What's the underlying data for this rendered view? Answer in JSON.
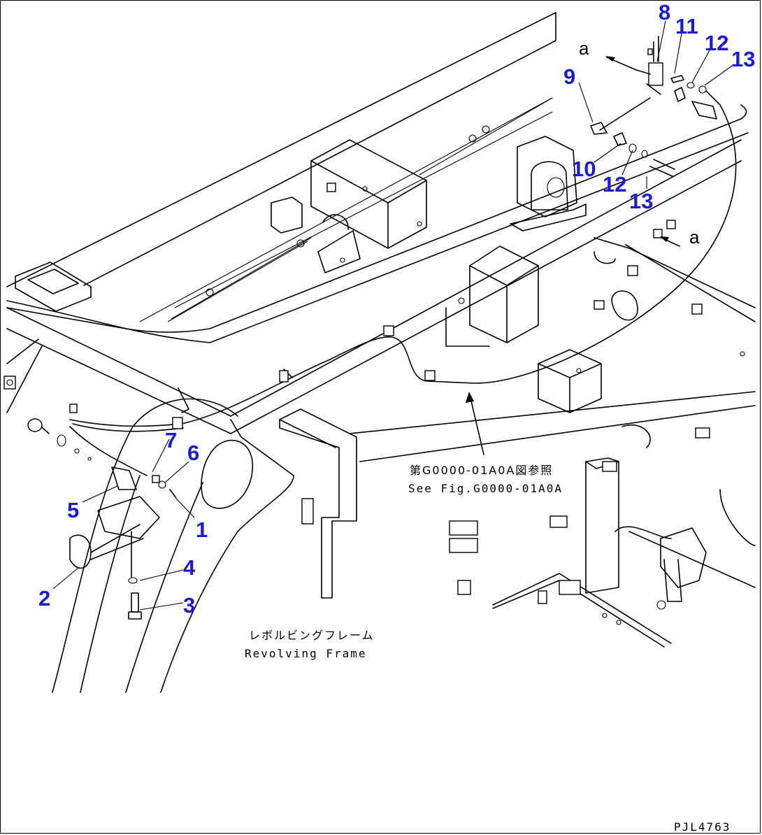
{
  "callouts": [
    "1",
    "2",
    "3",
    "4",
    "5",
    "6",
    "7",
    "8",
    "9",
    "10",
    "11",
    "12",
    "12",
    "13",
    "13"
  ],
  "view_markers": [
    "a",
    "a"
  ],
  "reference": {
    "jp": "第G0000-01A0A図参照",
    "en": "See Fig.G0000-01A0A"
  },
  "frame_label": {
    "jp": "レボルビングフレーム",
    "en": "Revolving Frame"
  },
  "drawing_code": "PJL4763",
  "colors": {
    "callout": "#1b1bd6",
    "line": "#000000"
  }
}
